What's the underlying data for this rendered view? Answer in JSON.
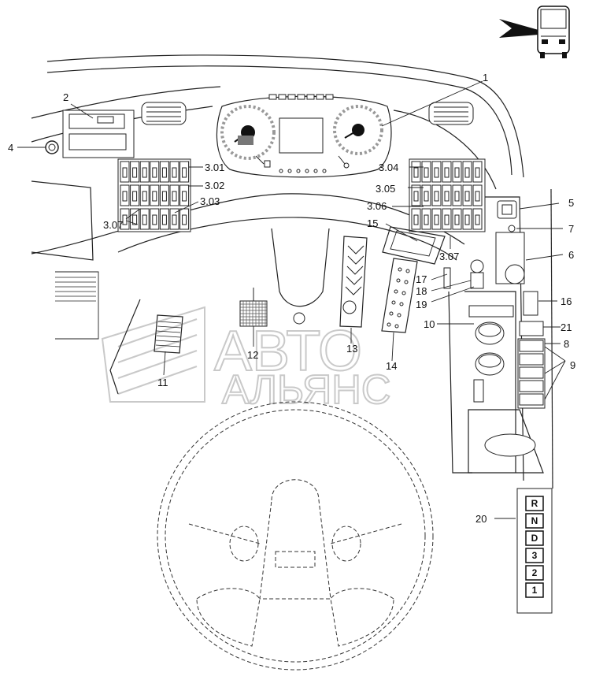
{
  "callouts": {
    "c1": "1",
    "c2": "2",
    "c4": "4",
    "c5": "5",
    "c6": "6",
    "c7": "7",
    "c8": "8",
    "c9": "9",
    "c10": "10",
    "c11": "11",
    "c12": "12",
    "c13": "13",
    "c14": "14",
    "c15": "15",
    "c16": "16",
    "c17": "17",
    "c18": "18",
    "c19": "19",
    "c20": "20",
    "c21": "21",
    "c301": "3.01",
    "c302": "3.02",
    "c303": "3.03",
    "c304": "3.04",
    "c305": "3.05",
    "c306": "3.06",
    "c307a": "3.07",
    "c307b": "3.07"
  },
  "gear_selector": [
    "R",
    "N",
    "D",
    "3",
    "2",
    "1"
  ],
  "watermark": {
    "line1": "АВТО",
    "line2": "АЛЬЯНС"
  },
  "icons": {
    "bus": "bus-front-icon",
    "arrow": "pointer-arrow-icon"
  }
}
